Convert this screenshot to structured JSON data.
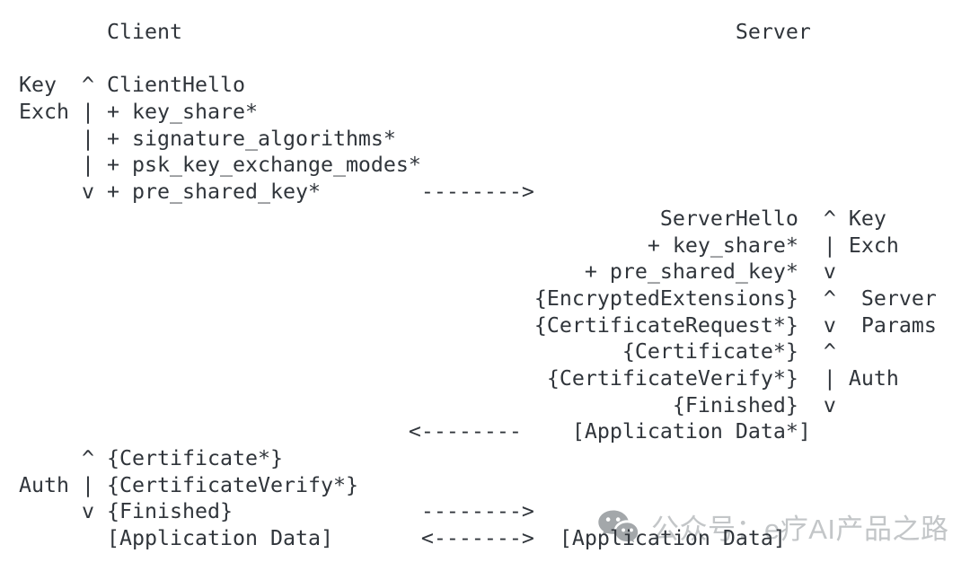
{
  "diagram": {
    "description": "TLS 1.3 full handshake message flow between Client and Server",
    "client_label": "Client",
    "server_label": "Server",
    "phase_labels": [
      "Key Exch",
      "Server Params",
      "Auth"
    ],
    "client_flight": [
      "ClientHello",
      "+ key_share*",
      "+ signature_algorithms*",
      "+ psk_key_exchange_modes*",
      "+ pre_shared_key*"
    ],
    "server_flight": [
      "ServerHello",
      "+ key_share*",
      "+ pre_shared_key*",
      "{EncryptedExtensions}",
      "{CertificateRequest*}",
      "{Certificate*}",
      "{CertificateVerify*}",
      "{Finished}",
      "[Application Data*]"
    ],
    "client_auth_flight": [
      "{Certificate*}",
      "{CertificateVerify*}",
      "{Finished}",
      "[Application Data]"
    ],
    "lines": [
      "       Client                                            Server",
      "",
      "Key  ^ ClientHello",
      "Exch | + key_share*",
      "     | + signature_algorithms*",
      "     | + psk_key_exchange_modes*",
      "     v + pre_shared_key*        -------->",
      "                                                   ServerHello  ^ Key",
      "                                                  + key_share*  | Exch",
      "                                             + pre_shared_key*  v",
      "                                         {EncryptedExtensions}  ^  Server",
      "                                         {CertificateRequest*}  v  Params",
      "                                                {Certificate*}  ^",
      "                                          {CertificateVerify*}  | Auth",
      "                                                    {Finished}  v",
      "                               <--------    [Application Data*]",
      "     ^ {Certificate*}",
      "Auth | {CertificateVerify*}",
      "     v {Finished}               -------->",
      "       [Application Data]       <------->  [Application Data]"
    ]
  },
  "watermark": {
    "icon": "wechat-icon",
    "text": "公众号：e疗AI产品之路"
  },
  "colors": {
    "background": "#ffffff",
    "diagram_text": "#30353b",
    "watermark_text": "#c3c6c8",
    "watermark_icon": "#a3a7aa"
  }
}
